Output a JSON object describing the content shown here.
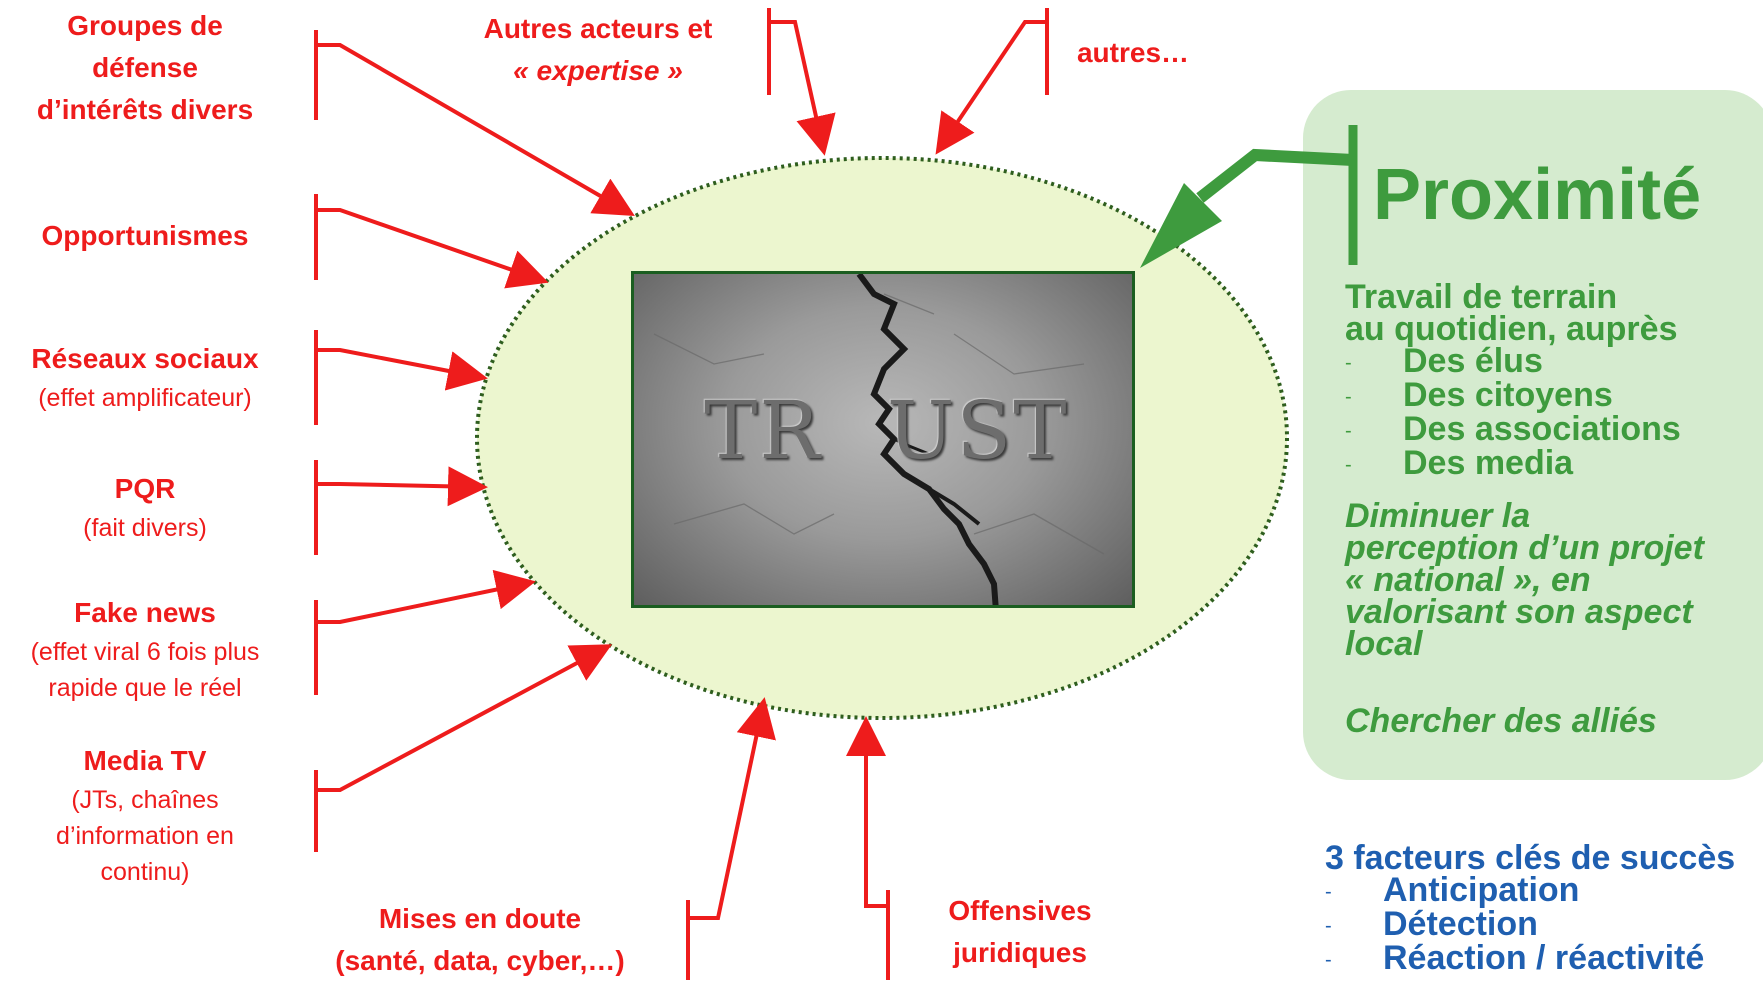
{
  "left_labels": {
    "groupes": {
      "line1": "Groupes de",
      "line2": "défense",
      "line3": "d’intérêts divers"
    },
    "opportunismes": {
      "title": "Opportunismes"
    },
    "reseaux": {
      "title": "Réseaux sociaux",
      "sub": "(effet amplificateur)"
    },
    "pqr": {
      "title": "PQR",
      "sub": "(fait divers)"
    },
    "fake": {
      "title": "Fake news",
      "sub1": "(effet viral 6 fois plus",
      "sub2": "rapide que le réel"
    },
    "media": {
      "title": "Media TV",
      "sub1": "(JTs, chaînes",
      "sub2": "d’information en",
      "sub3": "continu)"
    }
  },
  "top_labels": {
    "autres_acteurs": {
      "line1": "Autres acteurs et",
      "line2": "« expertise »"
    },
    "autres": "autres…"
  },
  "bottom_labels": {
    "mises": {
      "line1": "Mises en doute",
      "line2": "(santé, data, cyber,…)"
    },
    "offensives": {
      "line1": "Offensives",
      "line2": "juridiques"
    }
  },
  "center_image": {
    "left_word": "TR",
    "right_word": "UST"
  },
  "proximite": {
    "title": "Proximité",
    "intro1": "Travail de terrain",
    "intro2": "au quotidien, auprès",
    "items": [
      "Des élus",
      "Des citoyens",
      "Des associations",
      "Des media"
    ],
    "dash": "-",
    "italic1": [
      "Diminuer la",
      "perception d’un projet",
      "« national », en",
      "valorisant son aspect",
      "local"
    ],
    "italic2": "Chercher des alliés"
  },
  "success": {
    "title": "3 facteurs clés de succès",
    "items": [
      "Anticipation",
      "Détection",
      "Réaction / réactivité"
    ],
    "dash": "-"
  },
  "colors": {
    "red": "#ee1c1c",
    "green": "#3e9b3e",
    "panel": "#d5ebcf",
    "blue": "#1f5fb0",
    "ellipse_fill": "#ecf6cf",
    "ellipse_border": "#2e5e1e"
  }
}
